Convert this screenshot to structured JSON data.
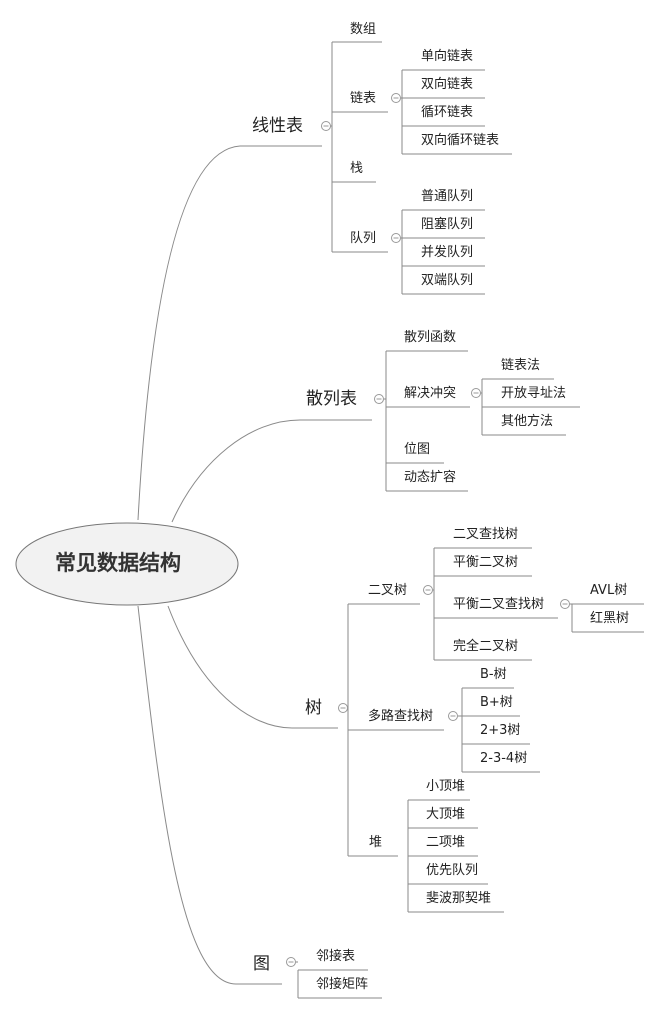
{
  "root": "常见数据结构",
  "linear": {
    "label": "线性表",
    "array": "数组",
    "linked_list": {
      "label": "链表",
      "items": [
        "单向链表",
        "双向链表",
        "循环链表",
        "双向循环链表"
      ]
    },
    "stack": "栈",
    "queue": {
      "label": "队列",
      "items": [
        "普通队列",
        "阻塞队列",
        "并发队列",
        "双端队列"
      ]
    }
  },
  "hash": {
    "label": "散列表",
    "hash_function": "散列函数",
    "collision": {
      "label": "解决冲突",
      "items": [
        "链表法",
        "开放寻址法",
        "其他方法"
      ]
    },
    "bitmap": "位图",
    "resize": "动态扩容"
  },
  "tree": {
    "label": "树",
    "binary": {
      "label": "二叉树",
      "bst": "二叉查找树",
      "balanced": "平衡二叉树",
      "balanced_bst": {
        "label": "平衡二叉查找树",
        "items": [
          "AVL树",
          "红黑树"
        ]
      },
      "complete": "完全二叉树"
    },
    "multiway": {
      "label": "多路查找树",
      "items": [
        "B-树",
        "B+树",
        "2+3树",
        "2-3-4树"
      ]
    },
    "heap": {
      "label": "堆",
      "items": [
        "小顶堆",
        "大顶堆",
        "二项堆",
        "优先队列",
        "斐波那契堆"
      ]
    }
  },
  "graph": {
    "label": "图",
    "items": [
      "邻接表",
      "邻接矩阵"
    ]
  }
}
